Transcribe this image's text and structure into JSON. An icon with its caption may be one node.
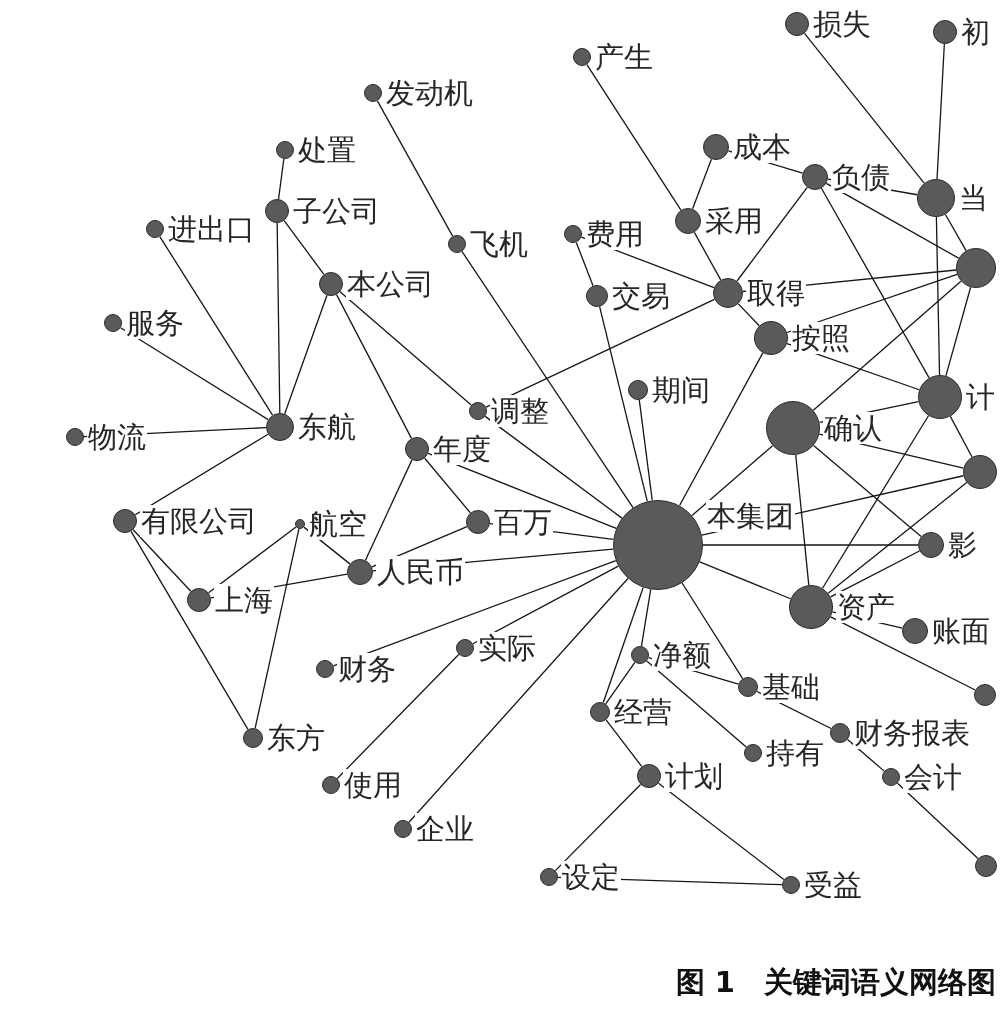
{
  "diagram": {
    "caption": "图 1　关键词语义网络图",
    "nodes": [
      {
        "text": [
          "损失"
        ]
      },
      {
        "text": [
          "初"
        ]
      },
      {
        "text": [
          "产生"
        ]
      },
      {
        "text": [
          "发动机"
        ]
      },
      {
        "text": [
          "处置"
        ]
      },
      {
        "text": [
          "成本"
        ]
      },
      {
        "text": [
          "负债"
        ]
      },
      {
        "text": [
          "当"
        ]
      },
      {
        "text": [
          "子公司"
        ]
      },
      {
        "text": [
          "进出口"
        ]
      },
      {
        "text": [
          "采用"
        ]
      },
      {
        "text": [
          "费用"
        ]
      },
      {
        "text": [
          "飞机"
        ]
      },
      {
        "text": [],
        "shape": "circle"
      },
      {
        "text": [
          "本公司"
        ]
      },
      {
        "text": [
          "取得"
        ]
      },
      {
        "text": [
          "交易"
        ]
      },
      {
        "text": [
          "服务"
        ]
      },
      {
        "text": [
          "按照"
        ]
      },
      {
        "text": [
          "期间"
        ]
      },
      {
        "text": [
          "计"
        ]
      },
      {
        "text": [
          "调整"
        ]
      },
      {
        "text": [
          "东航"
        ]
      },
      {
        "text": [
          "确认"
        ]
      },
      {
        "text": [
          "物流"
        ]
      },
      {
        "text": [
          "年度"
        ]
      },
      {
        "text": [],
        "shape": "circle"
      },
      {
        "text": [
          "百万"
        ]
      },
      {
        "text": [
          "有限公司"
        ]
      },
      {
        "text": [
          "航空"
        ]
      },
      {
        "text": [
          "本集团"
        ]
      },
      {
        "text": [
          "影"
        ]
      },
      {
        "text": [
          "人民币"
        ]
      },
      {
        "text": [
          "资产"
        ]
      },
      {
        "text": [
          "账面"
        ]
      },
      {
        "text": [
          "净额"
        ]
      },
      {
        "text": [
          "上海"
        ]
      },
      {
        "text": [
          "实际"
        ]
      },
      {
        "text": [
          "财务"
        ]
      },
      {
        "text": [
          "基础"
        ]
      },
      {
        "text": [],
        "shape": "circle"
      },
      {
        "text": [
          "经营"
        ]
      },
      {
        "text": [
          "财务报表"
        ]
      },
      {
        "text": [
          "东方"
        ]
      },
      {
        "text": [
          "持有"
        ]
      },
      {
        "text": [
          "计划"
        ]
      },
      {
        "text": [
          "会计"
        ]
      },
      {
        "text": [
          "使用"
        ]
      },
      {
        "text": [
          "企业"
        ]
      },
      {
        "text": [],
        "shape": "circle"
      },
      {
        "text": [
          "设定"
        ]
      },
      {
        "text": [
          "受益"
        ]
      }
    ],
    "edges": [
      {
        "from": 4,
        "to": 8,
        "arrow": "none"
      },
      {
        "from": 8,
        "to": 22,
        "arrow": "none"
      },
      {
        "from": 8,
        "to": 14,
        "arrow": "none"
      },
      {
        "from": 9,
        "to": 22,
        "arrow": "none"
      },
      {
        "from": 17,
        "to": 22,
        "arrow": "none"
      },
      {
        "from": 24,
        "to": 22,
        "arrow": "none"
      },
      {
        "from": 14,
        "to": 22,
        "arrow": "none"
      },
      {
        "from": 14,
        "to": 25,
        "arrow": "none"
      },
      {
        "from": 14,
        "to": 21,
        "arrow": "none"
      },
      {
        "from": 22,
        "to": 28,
        "arrow": "none"
      },
      {
        "from": 3,
        "to": 12,
        "arrow": "none"
      },
      {
        "from": 12,
        "to": 30,
        "arrow": "none"
      },
      {
        "from": 25,
        "to": 32,
        "arrow": "none"
      },
      {
        "from": 25,
        "to": 27,
        "arrow": "none"
      },
      {
        "from": 25,
        "to": 30,
        "arrow": "none"
      },
      {
        "from": 27,
        "to": 32,
        "arrow": "none"
      },
      {
        "from": 27,
        "to": 30,
        "arrow": "none"
      },
      {
        "from": 32,
        "to": 30,
        "arrow": "none"
      },
      {
        "from": 29,
        "to": 32,
        "arrow": "none"
      },
      {
        "from": 29,
        "to": 36,
        "arrow": "none"
      },
      {
        "from": 29,
        "to": 43,
        "arrow": "none"
      },
      {
        "from": 28,
        "to": 36,
        "arrow": "none"
      },
      {
        "from": 28,
        "to": 43,
        "arrow": "none"
      },
      {
        "from": 36,
        "to": 32,
        "arrow": "none"
      },
      {
        "from": 21,
        "to": 30,
        "arrow": "none"
      },
      {
        "from": 21,
        "to": 15,
        "arrow": "none"
      },
      {
        "from": 38,
        "to": 30,
        "arrow": "none"
      },
      {
        "from": 37,
        "to": 30,
        "arrow": "none"
      },
      {
        "from": 37,
        "to": 47,
        "arrow": "none"
      },
      {
        "from": 48,
        "to": 30,
        "arrow": "none"
      },
      {
        "from": 35,
        "to": 30,
        "arrow": "none"
      },
      {
        "from": 41,
        "to": 30,
        "arrow": "none"
      },
      {
        "from": 35,
        "to": 41,
        "arrow": "none"
      },
      {
        "from": 41,
        "to": 45,
        "arrow": "none"
      },
      {
        "from": 45,
        "to": 50,
        "arrow": "none"
      },
      {
        "from": 45,
        "to": 51,
        "arrow": "none"
      },
      {
        "from": 50,
        "to": 51,
        "arrow": "none"
      },
      {
        "from": 35,
        "to": 44,
        "arrow": "none"
      },
      {
        "from": 35,
        "to": 39,
        "arrow": "none"
      },
      {
        "from": 39,
        "to": 30,
        "arrow": "none"
      },
      {
        "from": 39,
        "to": 42,
        "arrow": "none"
      },
      {
        "from": 42,
        "to": 46,
        "arrow": "none"
      },
      {
        "from": 46,
        "to": 49,
        "arrow": "none"
      },
      {
        "from": 33,
        "to": 40,
        "arrow": "none"
      },
      {
        "from": 33,
        "to": 34,
        "arrow": "none"
      },
      {
        "from": 30,
        "to": 33,
        "arrow": "none"
      },
      {
        "from": 30,
        "to": 31,
        "arrow": "none"
      },
      {
        "from": 2,
        "to": 10,
        "arrow": "none"
      },
      {
        "from": 11,
        "to": 16,
        "arrow": "none"
      },
      {
        "from": 11,
        "to": 15,
        "arrow": "none"
      },
      {
        "from": 16,
        "to": 30,
        "arrow": "none"
      },
      {
        "from": 19,
        "to": 30,
        "arrow": "none"
      },
      {
        "from": 18,
        "to": 30,
        "arrow": "none"
      },
      {
        "from": 23,
        "to": 30,
        "arrow": "none"
      },
      {
        "from": 5,
        "to": 10,
        "arrow": "none"
      },
      {
        "from": 5,
        "to": 6,
        "arrow": "none"
      },
      {
        "from": 0,
        "to": 7,
        "arrow": "none"
      },
      {
        "from": 1,
        "to": 7,
        "arrow": "none"
      },
      {
        "from": 6,
        "to": 7,
        "arrow": "none"
      },
      {
        "from": 6,
        "to": 20,
        "arrow": "none"
      },
      {
        "from": 6,
        "to": 13,
        "arrow": "none"
      },
      {
        "from": 7,
        "to": 20,
        "arrow": "none"
      },
      {
        "from": 7,
        "to": 13,
        "arrow": "none"
      },
      {
        "from": 13,
        "to": 23,
        "arrow": "none"
      },
      {
        "from": 13,
        "to": 15,
        "arrow": "none"
      },
      {
        "from": 13,
        "to": 20,
        "arrow": "none"
      },
      {
        "from": 20,
        "to": 23,
        "arrow": "none"
      },
      {
        "from": 20,
        "to": 18,
        "arrow": "none"
      },
      {
        "from": 20,
        "to": 33,
        "arrow": "none"
      },
      {
        "from": 26,
        "to": 30,
        "arrow": "none"
      },
      {
        "from": 26,
        "to": 23,
        "arrow": "none"
      },
      {
        "from": 26,
        "to": 33,
        "arrow": "none"
      },
      {
        "from": 23,
        "to": 33,
        "arrow": "none"
      },
      {
        "from": 15,
        "to": 18,
        "arrow": "none"
      },
      {
        "from": 10,
        "to": 15,
        "arrow": "none"
      },
      {
        "from": 6,
        "to": 15,
        "arrow": "none"
      },
      {
        "from": 31,
        "to": 33,
        "arrow": "none"
      },
      {
        "from": 26,
        "to": 20,
        "arrow": "none"
      },
      {
        "from": 31,
        "to": 23,
        "arrow": "none"
      },
      {
        "from": 18,
        "to": 13,
        "arrow": "none"
      }
    ]
  }
}
